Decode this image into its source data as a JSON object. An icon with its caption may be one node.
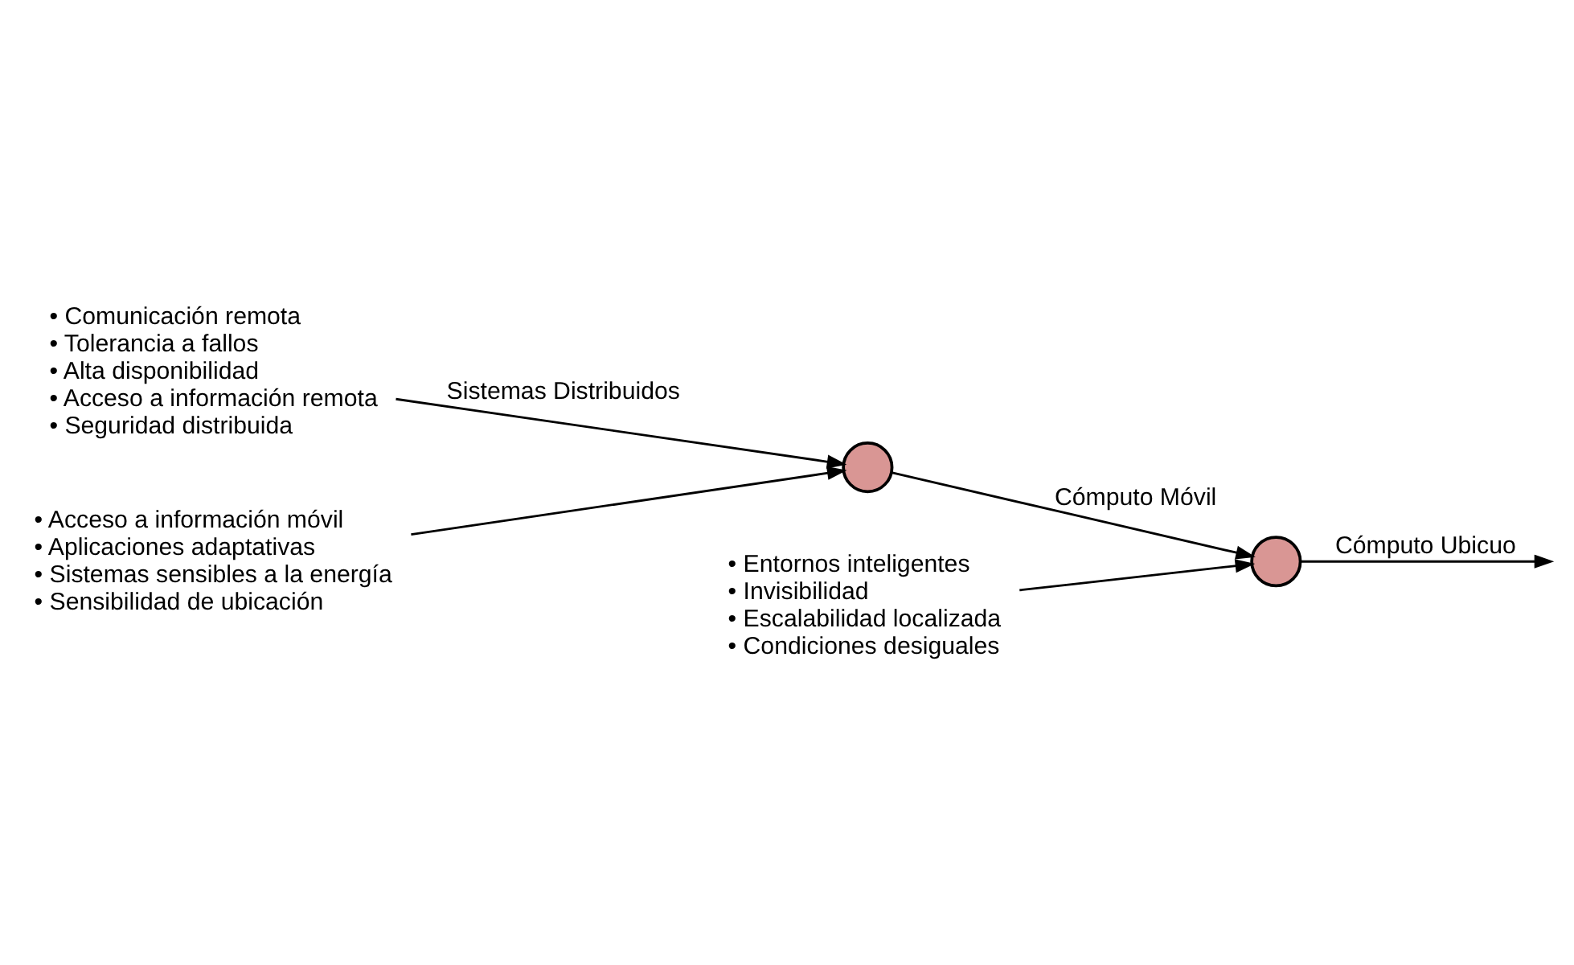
{
  "diagram": {
    "nodes": [
      {
        "text": [
          "• Comunicación remota",
          "• Tolerancia a fallos",
          "• Alta disponibilidad",
          "• Acceso a información remota",
          "• Seguridad distribuida"
        ]
      },
      {
        "text": [],
        "shape": "circle"
      },
      {
        "text": [
          "• Acceso a información móvil",
          "• Aplicaciones adaptativas",
          "• Sistemas sensibles a la energía",
          "• Sensibilidad de ubicación"
        ]
      },
      {
        "text": [],
        "shape": "circle"
      },
      {
        "text": [
          "• Entornos inteligentes",
          "• Invisibilidad",
          "• Escalabilidad localizada",
          "• Condiciones desiguales"
        ]
      }
    ],
    "edges": [
      {
        "from": 0,
        "to": 1,
        "arrow": "to",
        "label": "Sistemas Distribuidos"
      },
      {
        "from": 2,
        "to": 1,
        "arrow": "to"
      },
      {
        "from": 1,
        "to": 3,
        "arrow": "to",
        "label": "Cómputo Móvil"
      },
      {
        "from": 4,
        "to": 3,
        "arrow": "to"
      },
      {
        "from": 3,
        "to": null,
        "arrow": "to",
        "label": "Cómputo Ubicuo"
      }
    ]
  }
}
